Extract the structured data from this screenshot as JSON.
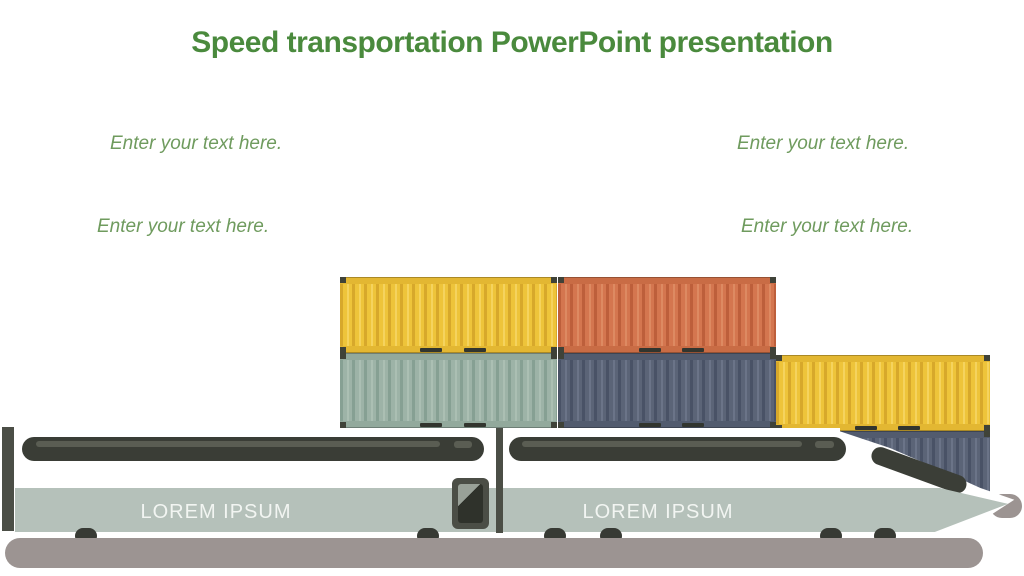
{
  "slide": {
    "title": "Speed transportation PowerPoint presentation",
    "text_placeholders": [
      "Enter your text here.",
      "Enter your text here.",
      "Enter your text here.",
      "Enter your text here."
    ]
  },
  "illustration": {
    "containers": [
      {
        "position": "top-left",
        "color_name": "yellow",
        "color": "#eec43a"
      },
      {
        "position": "top-right",
        "color_name": "orange",
        "color": "#d4764f"
      },
      {
        "position": "middle-left",
        "color_name": "sage-green",
        "color": "#9db3a7"
      },
      {
        "position": "middle-right",
        "color_name": "slate-blue",
        "color": "#5b6477"
      },
      {
        "position": "right-upper",
        "color_name": "yellow",
        "color": "#eec43a"
      },
      {
        "position": "right-lower",
        "color_name": "slate-blue",
        "color": "#5b6477"
      }
    ],
    "train": {
      "type": "high-speed bullet train with two cars",
      "car_labels": [
        "LOREM IPSUM",
        "LOREM IPSUM"
      ],
      "body_color": "#ffffff",
      "band_color": "#b5c1ba",
      "window_band_color": "#3a3d36",
      "ground_color": "#9c9492"
    }
  },
  "colors": {
    "title_green": "#4a8a3d",
    "placeholder_green": "#6f9b5e"
  }
}
